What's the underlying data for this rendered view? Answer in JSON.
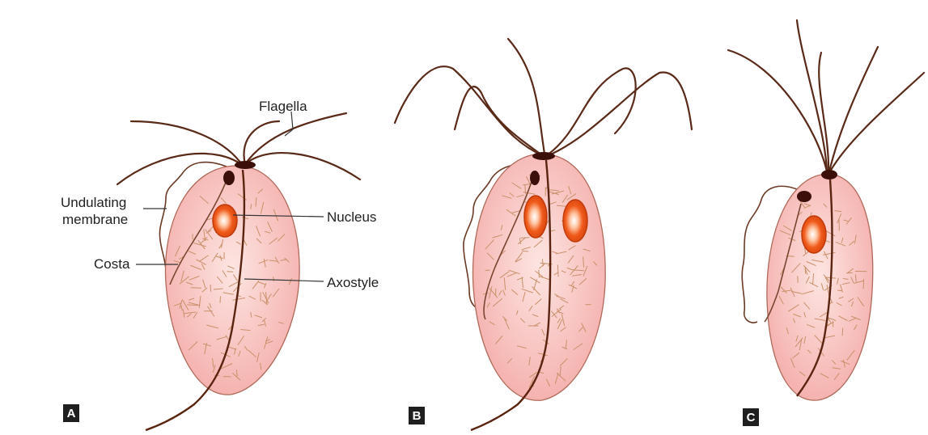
{
  "figure": {
    "colors": {
      "cell_fill": "#f6b7b4",
      "cell_center": "#fde5e2",
      "nucleus": "#f05a1a",
      "flagella": "#5a2a18",
      "granules": "#c9906a",
      "background": "#ffffff"
    },
    "labels": {
      "flagella": "Flagella",
      "undulating_membrane_line1": "Undulating",
      "undulating_membrane_line2": "membrane",
      "costa": "Costa",
      "nucleus": "Nucleus",
      "axostyle": "Axostyle"
    },
    "panels": [
      {
        "letter": "A"
      },
      {
        "letter": "B"
      },
      {
        "letter": "C"
      }
    ]
  }
}
